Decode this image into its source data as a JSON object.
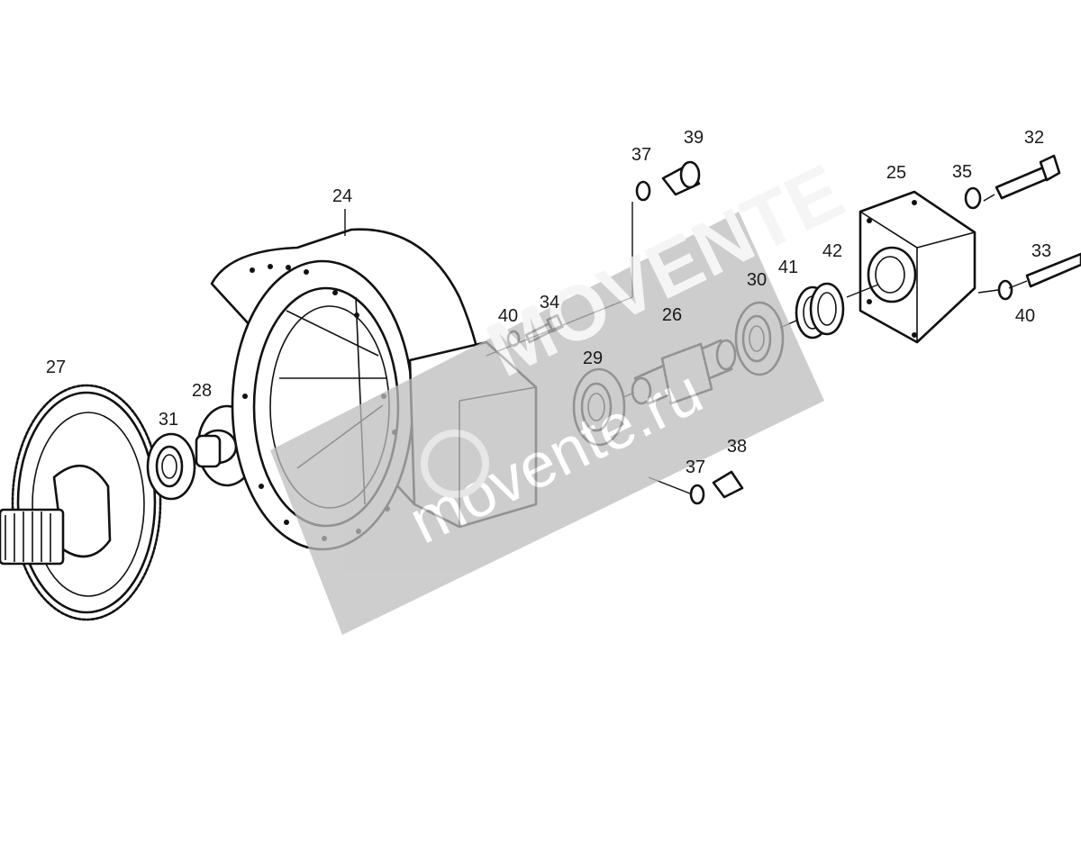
{
  "diagram": {
    "part_labels": [
      "24",
      "25",
      "26",
      "27",
      "28",
      "29",
      "30",
      "31",
      "32",
      "33",
      "34",
      "35",
      "37",
      "37",
      "38",
      "39",
      "40",
      "40",
      "41",
      "42"
    ]
  },
  "watermark": {
    "brand": "MOVENTE",
    "url": "movente.ru",
    "color": "#c8c8c8"
  }
}
